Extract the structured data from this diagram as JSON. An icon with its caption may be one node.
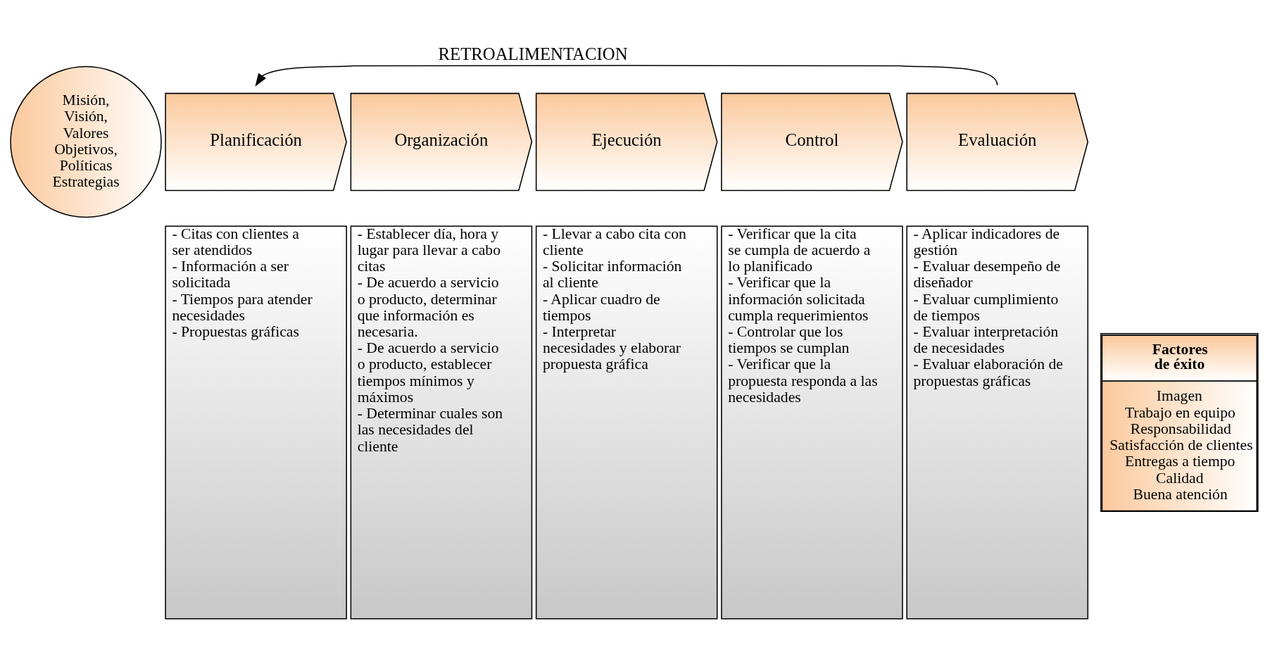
{
  "diagram": {
    "nodes": [
      {
        "text": [
          "Misión, Visión, Valores Objetivos, Políticas Estrategias"
        ]
      },
      {
        "text": [
          "Planificación"
        ]
      },
      {
        "text": [
          "Organización"
        ]
      },
      {
        "text": [
          "Ejecución"
        ]
      },
      {
        "text": [
          "Control"
        ]
      },
      {
        "text": [
          "Evaluación"
        ]
      },
      {
        "text": [
          "- Citas con clientes a ser atendidos",
          "- Información a ser solicitada",
          "- Tiempos para atender necesidades",
          "- Propuestas gráficas"
        ]
      },
      {
        "text": [
          "- Establecer día, hora y lugar para llevar a cabo citas",
          "- De acuerdo a servicio o producto, determinar que información es necesaria.",
          "- De acuerdo a servicio o producto, establecer tiempos mínimos y máximos",
          "- Determinar cuales son las necesidades del cliente"
        ]
      },
      {
        "text": [
          "- Llevar a cabo cita con cliente",
          "- Solicitar información al cliente",
          "- Aplicar cuadro de tiempos",
          "- Interpretar necesidades y elaborar propuesta gráfica"
        ]
      },
      {
        "text": [
          "- Verificar que la cita se cumpla de acuerdo a lo planificado",
          "- Verificar que la información solicitada cumpla requerimientos",
          "- Controlar que los tiempos se cumplan",
          "- Verificar que la propuesta responda a las necesidades"
        ]
      },
      {
        "text": [
          "- Aplicar indicadores de gestión",
          "- Evaluar desempeño de diseñador",
          "- Evaluar cumplimiento de tiempos",
          "- Evaluar interpretación de necesidades",
          "- Evaluar elaboración de propuestas gráficas"
        ]
      },
      {
        "text": [
          "Factores de éxito",
          "Imagen",
          "Trabajo en equipo",
          "Responsabilidad",
          "Satisfacción de clientes",
          "Entregas a tiempo",
          "Calidad",
          "Buena atención"
        ]
      }
    ],
    "edges": [
      {
        "from": 5,
        "to": 1,
        "arrow": "to",
        "label": "RETROALIMENTACION"
      }
    ]
  }
}
